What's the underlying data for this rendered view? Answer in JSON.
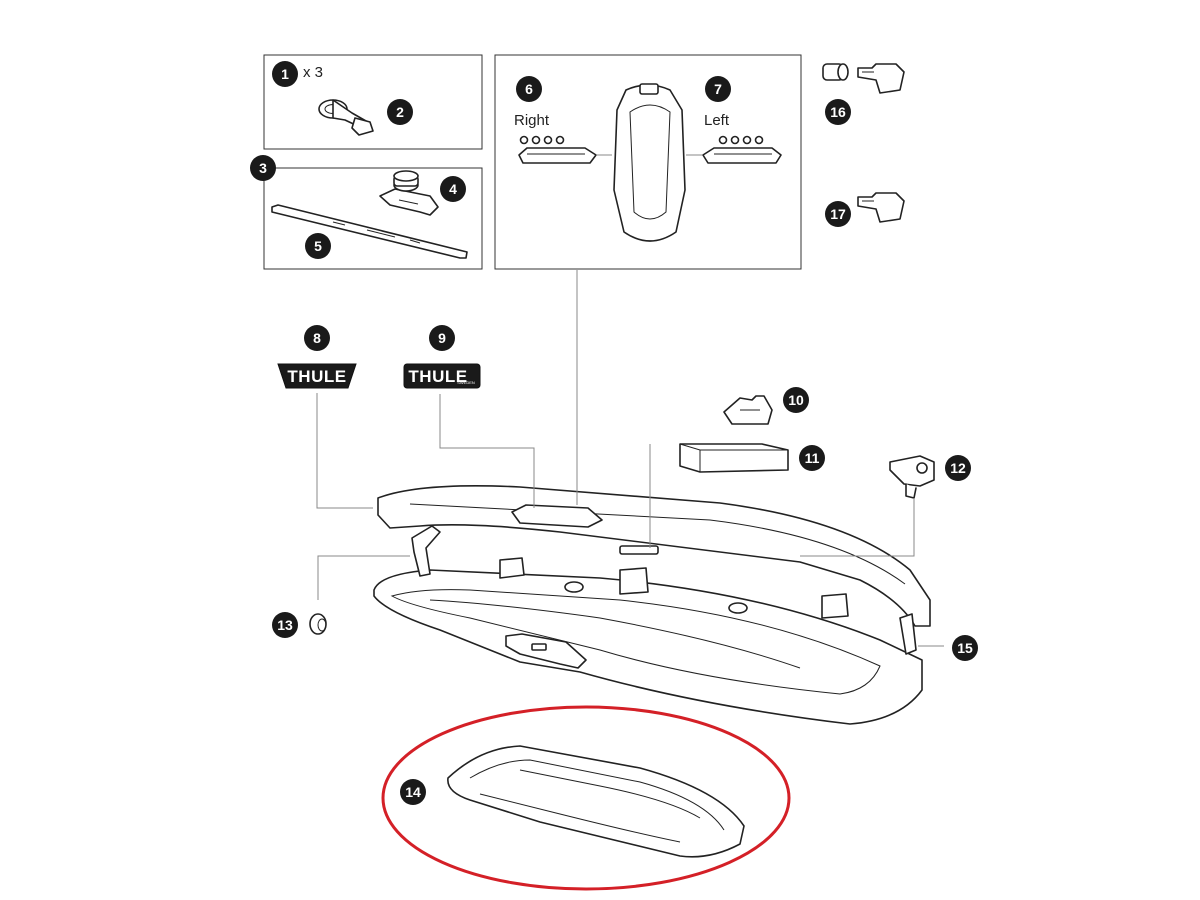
{
  "colors": {
    "ink": "#1a1a1a",
    "highlight": "#d42027",
    "leader": "#888888"
  },
  "labels": {
    "qty_1": "x 3",
    "right": "Right",
    "left": "Left"
  },
  "logos": {
    "logo_8": "THULE",
    "logo_9": "THULE",
    "logo_9_sub": "SWEDEN"
  },
  "callouts": [
    {
      "id": "1",
      "number": "1"
    },
    {
      "id": "2",
      "number": "2"
    },
    {
      "id": "3",
      "number": "3"
    },
    {
      "id": "4",
      "number": "4"
    },
    {
      "id": "5",
      "number": "5"
    },
    {
      "id": "6",
      "number": "6"
    },
    {
      "id": "7",
      "number": "7"
    },
    {
      "id": "8",
      "number": "8"
    },
    {
      "id": "9",
      "number": "9"
    },
    {
      "id": "10",
      "number": "10"
    },
    {
      "id": "11",
      "number": "11"
    },
    {
      "id": "12",
      "number": "12"
    },
    {
      "id": "13",
      "number": "13"
    },
    {
      "id": "14",
      "number": "14"
    },
    {
      "id": "15",
      "number": "15"
    },
    {
      "id": "16",
      "number": "16"
    },
    {
      "id": "17",
      "number": "17"
    }
  ]
}
